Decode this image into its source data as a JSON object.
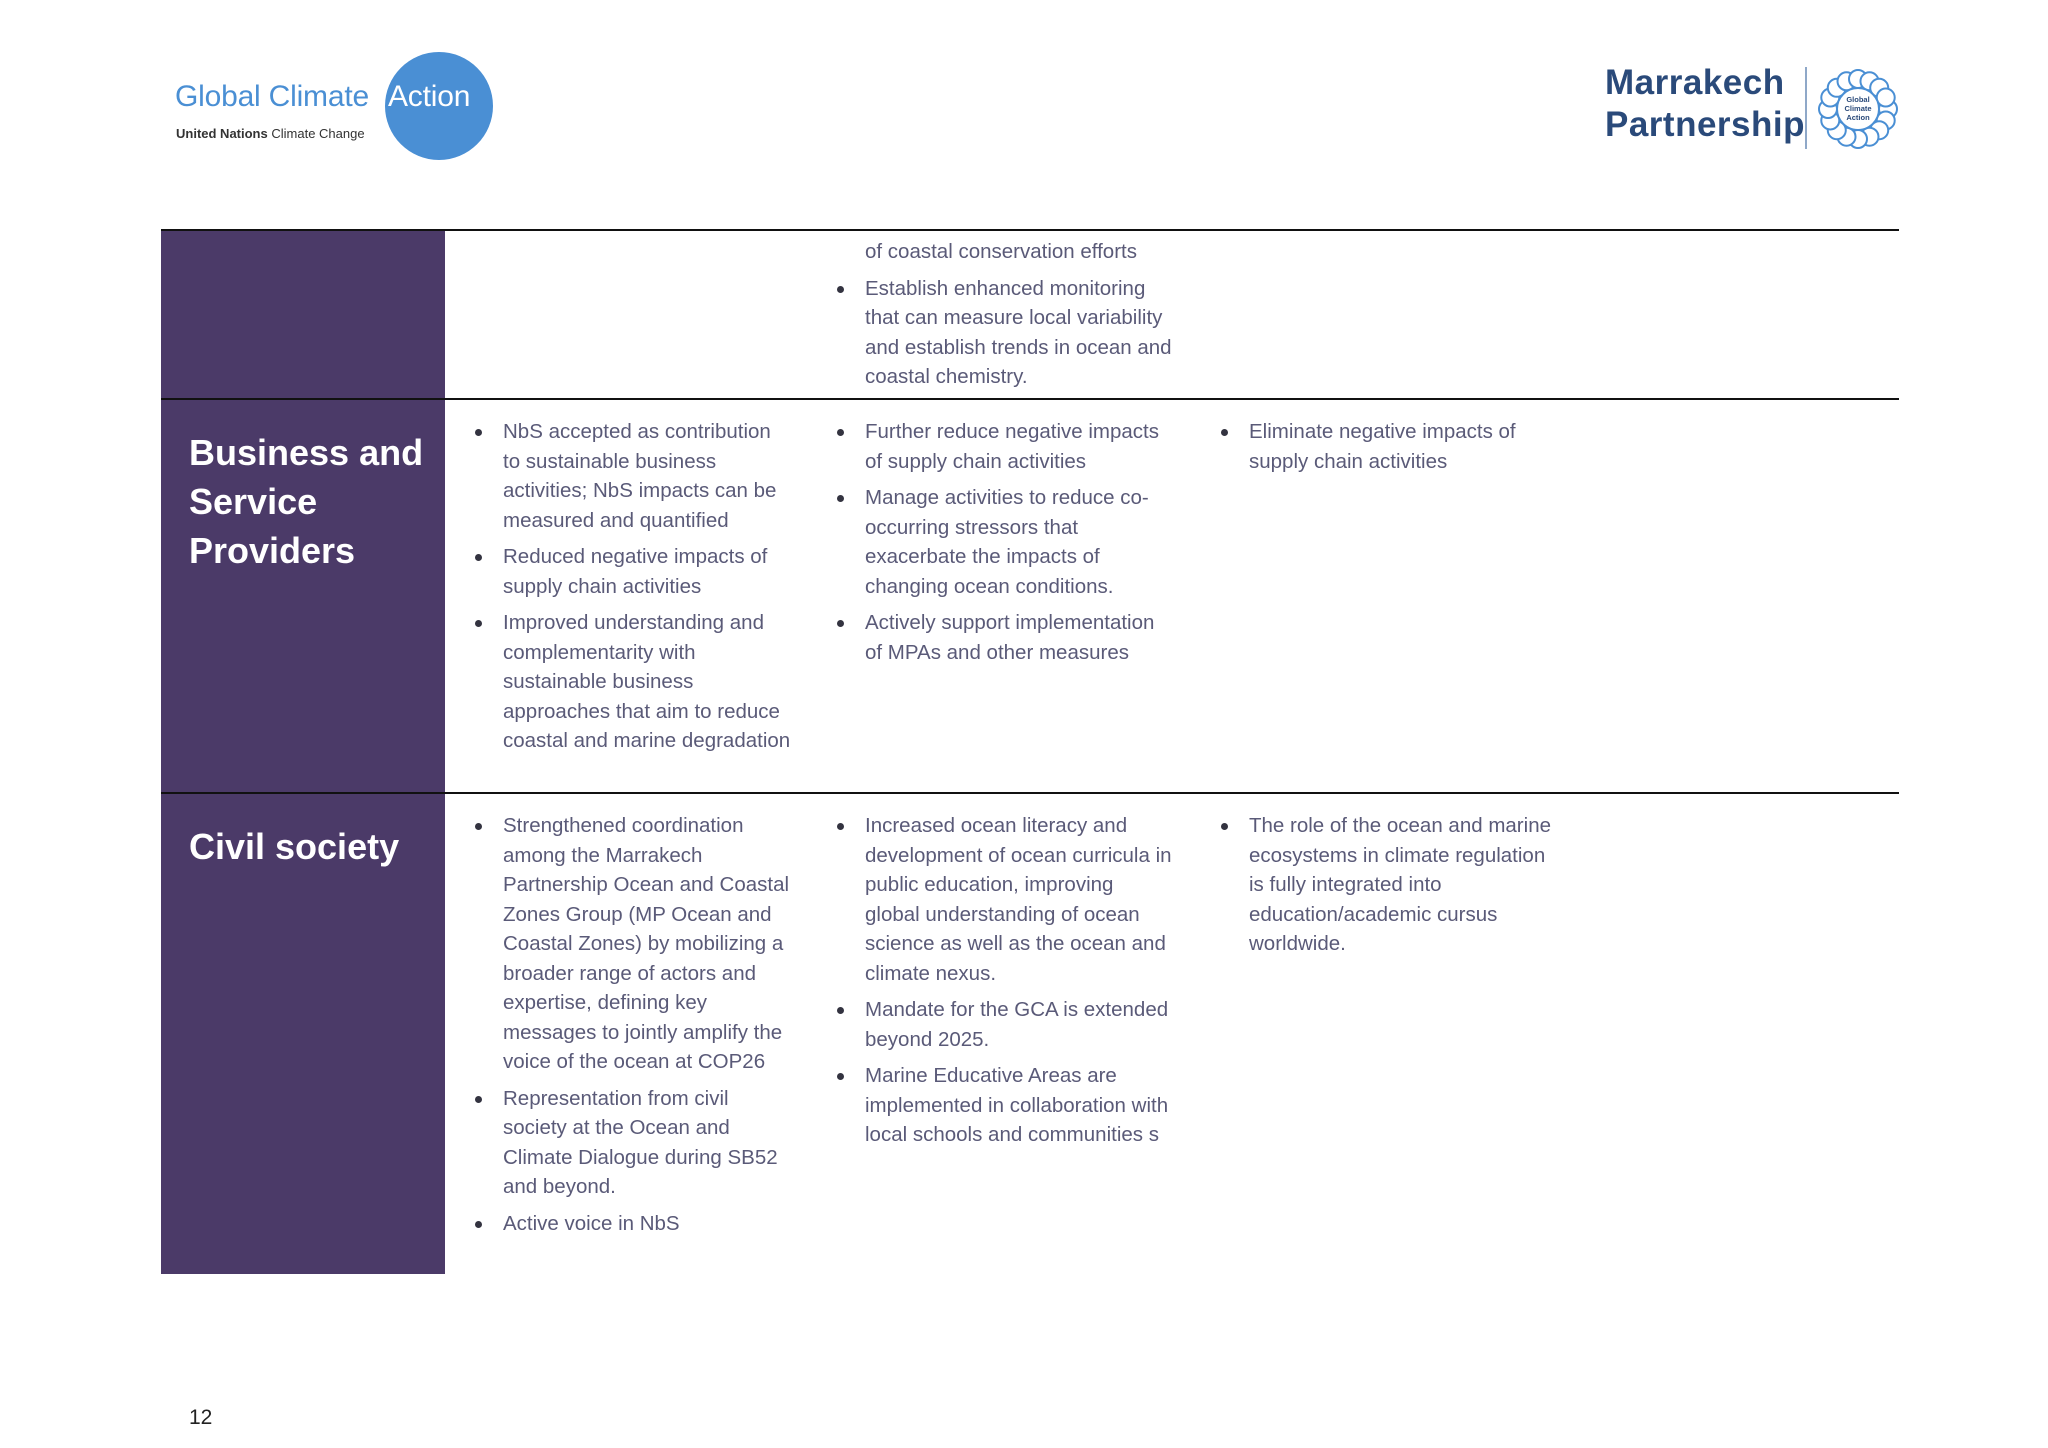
{
  "header": {
    "gca_logo": {
      "title_part1": "Global Climate",
      "title_part2": "Action",
      "subtitle_bold": "United Nations",
      "subtitle_rest": "Climate Change",
      "color": "#4a8fd4"
    },
    "mp_logo": {
      "line1": "Marrakech",
      "line2": "Partnership",
      "seal_text": [
        "Global",
        "Climate",
        "Action"
      ],
      "color": "#2a4a7a"
    }
  },
  "table": {
    "label_bg_color": "#4b3a68",
    "rows": [
      {
        "label": "",
        "col1": [],
        "col2_continuation": "of coastal conservation efforts",
        "col2": [
          "Establish enhanced monitoring that can measure local variability and establish trends in ocean and coastal chemistry."
        ],
        "col3": []
      },
      {
        "label": "Business and Service Providers",
        "col1": [
          "NbS accepted as contribution to sustainable business activities; NbS impacts can be measured and quantified",
          "Reduced negative impacts of supply chain activities",
          "Improved understanding and complementarity with sustainable business approaches that aim to reduce coastal and marine degradation"
        ],
        "col2": [
          "Further reduce negative impacts of supply chain activities",
          "Manage activities to reduce co-occurring stressors that exacerbate the impacts of changing ocean conditions.",
          "Actively support implementation of MPAs and other measures"
        ],
        "col3": [
          "Eliminate negative impacts of supply chain activities"
        ]
      },
      {
        "label": "Civil society",
        "col1": [
          "Strengthened coordination among the Marrakech Partnership Ocean and Coastal Zones Group (MP Ocean and Coastal Zones) by mobilizing a broader range of actors and expertise, defining key messages to jointly amplify the voice of the ocean at COP26",
          "Representation from civil society at the Ocean and Climate Dialogue during SB52 and beyond.",
          "Active voice in NbS"
        ],
        "col2": [
          "Increased ocean literacy and development of ocean curricula in public education, improving global understanding of ocean science as well as the ocean and climate nexus.",
          "Mandate for the GCA is extended beyond 2025.",
          "Marine Educative Areas are implemented in collaboration with local schools and communities s"
        ],
        "col3": [
          "The role of the ocean and marine ecosystems in climate regulation is fully integrated into education/academic cursus worldwide."
        ]
      }
    ]
  },
  "footer": {
    "page_number": "12"
  }
}
